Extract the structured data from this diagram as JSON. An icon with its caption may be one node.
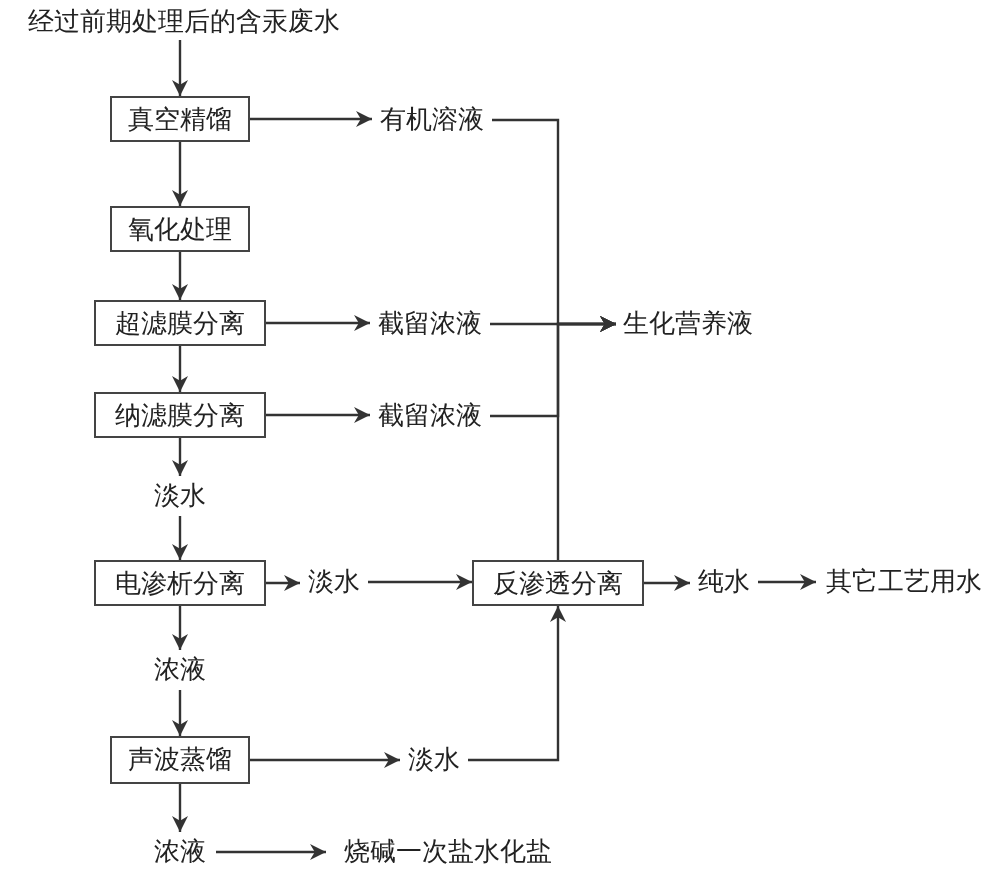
{
  "diagram": {
    "nodes": [
      {
        "text": [
          "经过前期处理后的含汞废水"
        ]
      },
      {
        "text": [
          "真空精馏"
        ]
      },
      {
        "text": [
          "有机溶液"
        ]
      },
      {
        "text": [
          "氧化处理"
        ]
      },
      {
        "text": [
          "超滤膜分离"
        ]
      },
      {
        "text": [
          "截留浓液"
        ]
      },
      {
        "text": [
          "生化营养液"
        ]
      },
      {
        "text": [
          "纳滤膜分离"
        ]
      },
      {
        "text": [
          "截留浓液"
        ]
      },
      {
        "text": [
          "淡水"
        ]
      },
      {
        "text": [
          "电渗析分离"
        ]
      },
      {
        "text": [
          "淡水"
        ]
      },
      {
        "text": [
          "反渗透分离"
        ]
      },
      {
        "text": [
          "纯水"
        ]
      },
      {
        "text": [
          "其它工艺用水"
        ]
      },
      {
        "text": [
          "浓液"
        ]
      },
      {
        "text": [
          "声波蒸馏"
        ]
      },
      {
        "text": [
          "淡水"
        ]
      },
      {
        "text": [
          "浓液"
        ]
      },
      {
        "text": [
          "烧碱一次盐水化盐"
        ]
      }
    ],
    "edges": [
      {
        "from": 0,
        "to": 1,
        "arrow": "to"
      },
      {
        "from": 1,
        "to": 2,
        "arrow": "to"
      },
      {
        "from": 1,
        "to": 3,
        "arrow": "to"
      },
      {
        "from": 2,
        "to": 6,
        "arrow": "to"
      },
      {
        "from": 3,
        "to": 4,
        "arrow": "to"
      },
      {
        "from": 4,
        "to": 5,
        "arrow": "to"
      },
      {
        "from": 5,
        "to": 6,
        "arrow": "to"
      },
      {
        "from": 4,
        "to": 7,
        "arrow": "to"
      },
      {
        "from": 7,
        "to": 8,
        "arrow": "to"
      },
      {
        "from": 8,
        "to": 6,
        "arrow": "to"
      },
      {
        "from": 7,
        "to": 9,
        "arrow": "to"
      },
      {
        "from": 9,
        "to": 10,
        "arrow": "to"
      },
      {
        "from": 10,
        "to": 11,
        "arrow": "to"
      },
      {
        "from": 11,
        "to": 12,
        "arrow": "to"
      },
      {
        "from": 12,
        "to": 6,
        "arrow": "to"
      },
      {
        "from": 12,
        "to": 13,
        "arrow": "to"
      },
      {
        "from": 13,
        "to": 14,
        "arrow": "to"
      },
      {
        "from": 10,
        "to": 15,
        "arrow": "to"
      },
      {
        "from": 15,
        "to": 16,
        "arrow": "to"
      },
      {
        "from": 16,
        "to": 17,
        "arrow": "to"
      },
      {
        "from": 17,
        "to": 12,
        "arrow": "to"
      },
      {
        "from": 16,
        "to": 18,
        "arrow": "to"
      },
      {
        "from": 18,
        "to": 19,
        "arrow": "to"
      }
    ]
  }
}
